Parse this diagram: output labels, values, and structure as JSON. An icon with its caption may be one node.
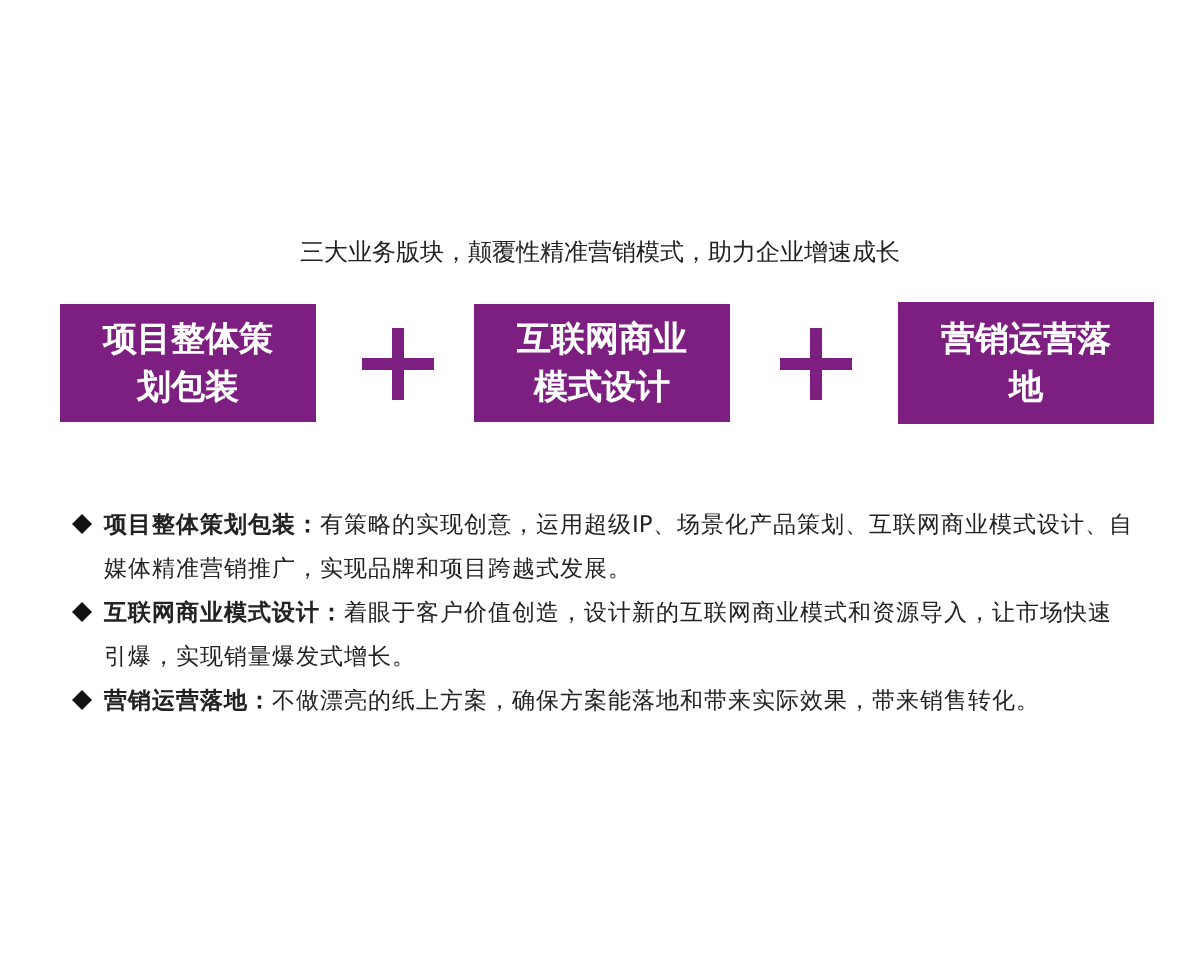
{
  "diagram": {
    "title": "三大业务版块，颠覆性精准营销模式，助力企业增速成长",
    "nodes": [
      {
        "text": [
          "项目整体策划包装"
        ]
      },
      {
        "text": [
          "互联网商业模式设计"
        ]
      },
      {
        "text": [
          "营销运营落地"
        ]
      }
    ],
    "labels": [
      "**项目整体策划包装：**有策略的实现创意，运用超级IP、场景化产品策划、互联网商业模式设计、自媒体精准营销推广，实现品牌和项目跨越式发展。",
      "**互联网商业模式设计：**着眼于客户价值创造，设计新的互联网商业模式和资源导入，让市场快速引爆，实现销量爆发式增长。",
      "**营销运营落地：**不做漂亮的纸上方案，确保方案能落地和带来实际效果，带来销售转化。"
    ]
  }
}
